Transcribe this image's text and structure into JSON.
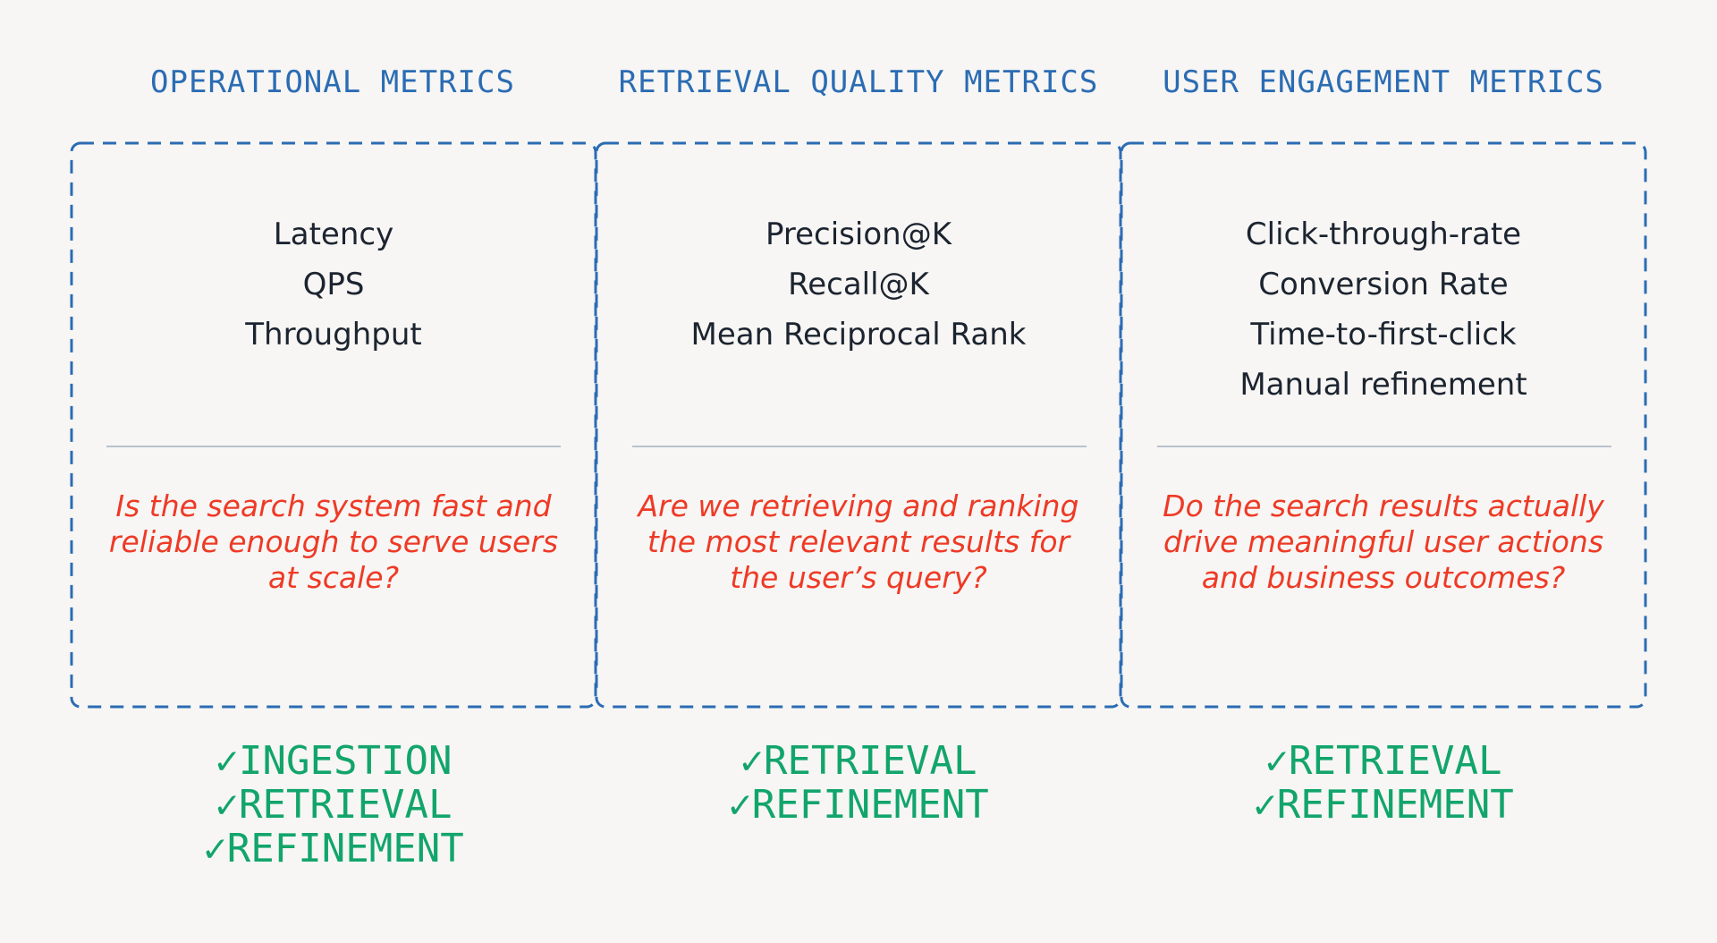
{
  "columns": [
    {
      "header": "OPERATIONAL METRICS",
      "metrics": [
        "Latency",
        "QPS",
        "Throughput"
      ],
      "question": "Is the search system fast and reliable enough to serve users at scale?",
      "stages": [
        "✓INGESTION",
        "✓RETRIEVAL",
        "✓REFINEMENT"
      ]
    },
    {
      "header": "RETRIEVAL QUALITY METRICS",
      "metrics": [
        "Precision@K",
        "Recall@K",
        "Mean Reciprocal Rank"
      ],
      "question": "Are we retrieving and ranking the most relevant results for the user’s query?",
      "stages": [
        "✓RETRIEVAL",
        "✓REFINEMENT"
      ]
    },
    {
      "header": "USER ENGAGEMENT METRICS",
      "metrics": [
        "Click-through-rate",
        "Conversion Rate",
        "Time-to-first-click",
        "Manual refinement"
      ],
      "question": "Do the search results actually drive meaningful user actions and business outcomes?",
      "stages": [
        "✓RETRIEVAL",
        "✓REFINEMENT"
      ]
    }
  ],
  "colors": {
    "header": "#2b6cb3",
    "box_border": "#2b6cb3",
    "metric_text": "#1c2430",
    "question": "#ee3a26",
    "stage": "#12a56b",
    "divider": "#b9c2cf",
    "background": "#f7f6f4"
  }
}
